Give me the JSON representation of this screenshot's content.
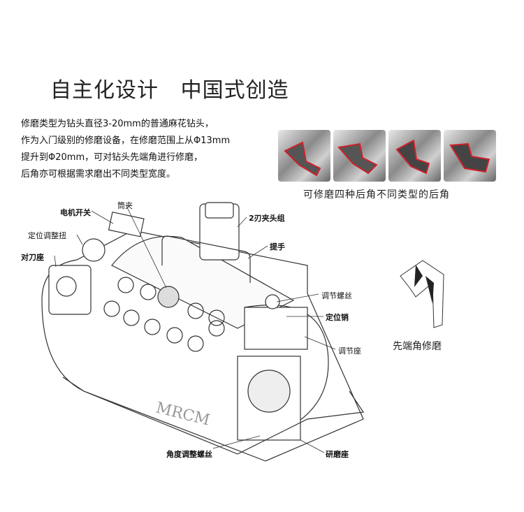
{
  "title": "自主化设计   中国式创造",
  "description": [
    "修磨类型为钻头直径3-20mm的普通麻花钻头，",
    "作为入门级别的修磨设备，在修磨范围上从Φ13mm",
    "提升到Φ20mm，可对钻头先端角进行修磨，",
    "后角亦可根据需求磨出不同类型宽度。"
  ],
  "photos_caption": "可修磨四种后角不同类型的后角",
  "tip_caption": "先端角修磨",
  "brand": "MRCM",
  "accent_color": "#d0202a",
  "labels": {
    "motor_switch": "电机开关",
    "collet": "筒夹",
    "chuck_group": "2刃夹头组",
    "position_knob": "定位调整扭",
    "handle": "提手",
    "tool_seat": "对刀座",
    "adjust_screw": "调节螺丝",
    "locating_pin": "定位销",
    "adjust_seat": "调节座",
    "angle_screw": "角度调整螺丝",
    "grinding_seat": "研磨座"
  }
}
